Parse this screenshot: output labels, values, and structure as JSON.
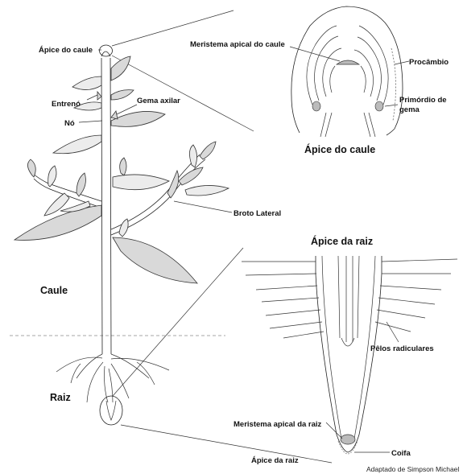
{
  "labels": {
    "apice_do_caule_small": "Ápice do caule",
    "meristema_apical_caule": "Meristema apical do caule",
    "procambio": "Procâmbio",
    "primordio_gema_1": "Primórdio de",
    "primordio_gema_2": "gema",
    "apice_do_caule_title": "Ápice do caule",
    "entreno": "Entrenó",
    "no": "Nó",
    "gema_axilar": "Gema axilar",
    "broto_lateral": "Broto Lateral",
    "caule": "Caule",
    "apice_da_raiz_title": "Ápice da raiz",
    "pelos_radiculares": "Pêlos radiculares",
    "raiz": "Raiz",
    "meristema_apical_raiz": "Meristema apical da raiz",
    "coifa": "Coifa",
    "apice_da_raiz_small": "Ápice da raiz",
    "credit": "Adaptado de Simpson Michael"
  },
  "colors": {
    "line": "#222222",
    "leaf_fill": "#d9d9d9",
    "background": "#ffffff"
  }
}
